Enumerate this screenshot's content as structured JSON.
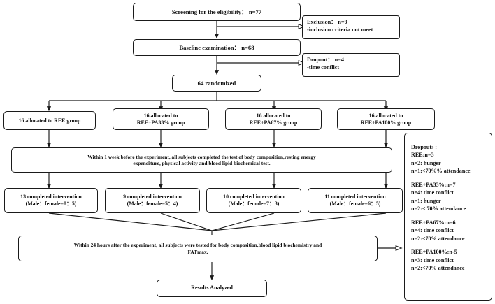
{
  "figure": {
    "type": "participant-flow-diagram",
    "colors": {
      "stroke": "#1a1a1a",
      "background": "#ffffff",
      "text": "#111111"
    }
  },
  "nodes": {
    "screening": {
      "label": "Screening for the eligibility：  n=77"
    },
    "exclusion": {
      "line1": "Exclusion：  n=9",
      "line2": "-inclusion criteria not meet"
    },
    "baseline": {
      "label": "Baseline examination：  n=68"
    },
    "dropout": {
      "line1": "Dropout：  n=4",
      "line2": "-time conflict"
    },
    "randomized": {
      "label": "64 randomized"
    },
    "allocated": [
      {
        "line1": "16 allocated to REE group",
        "line2": ""
      },
      {
        "line1": "16 allocated to",
        "line2": "REE+PA33% group"
      },
      {
        "line1": "16 allocated to",
        "line2": "REE+PA67% group"
      },
      {
        "line1": "16 allocated to",
        "line2": "REE+PA100% group"
      }
    ],
    "pre_test": {
      "line1": "Within 1 week before the experiment, all subjects completed the test of body composition,resting energy",
      "line2": "expenditure, physical activity and blood lipid biochemical test."
    },
    "completed": [
      {
        "line1": "13 completed intervention",
        "line2": "(Male：female=8：5)"
      },
      {
        "line1": "9 completed intervention",
        "line2": "(Male：female=5：4)"
      },
      {
        "line1": "10 completed intervention",
        "line2": "(Male：female=7：3)"
      },
      {
        "line1": "11 completed intervention",
        "line2": "(Male：female=6：5)"
      }
    ],
    "post_test": {
      "line1": "Within 24 hours after the experiment, all subjects were tested for body composition,blood lipid biochemistry and",
      "line2": "FATmax."
    },
    "results": {
      "label": "Results Analyzed"
    }
  },
  "dropouts_panel": {
    "title": "Dropouts :",
    "groups": [
      {
        "heading": "REE:n=3",
        "reasons": [
          "n=2: hunger",
          "n=1:<70%% attendance"
        ]
      },
      {
        "heading": "REE+PA33%:n=7",
        "reasons": [
          "n=4: time conflict",
          "n=1: hunger",
          "n=2:< 70% attendance"
        ]
      },
      {
        "heading": "REE+PA67%:n=6",
        "reasons": [
          "n=4: time conflict",
          "n=2:<70% attendance"
        ]
      },
      {
        "heading": "REE+PA100%:n-5",
        "reasons": [
          "n=3: time conflict",
          "n=2:<70% attendance"
        ]
      }
    ]
  }
}
